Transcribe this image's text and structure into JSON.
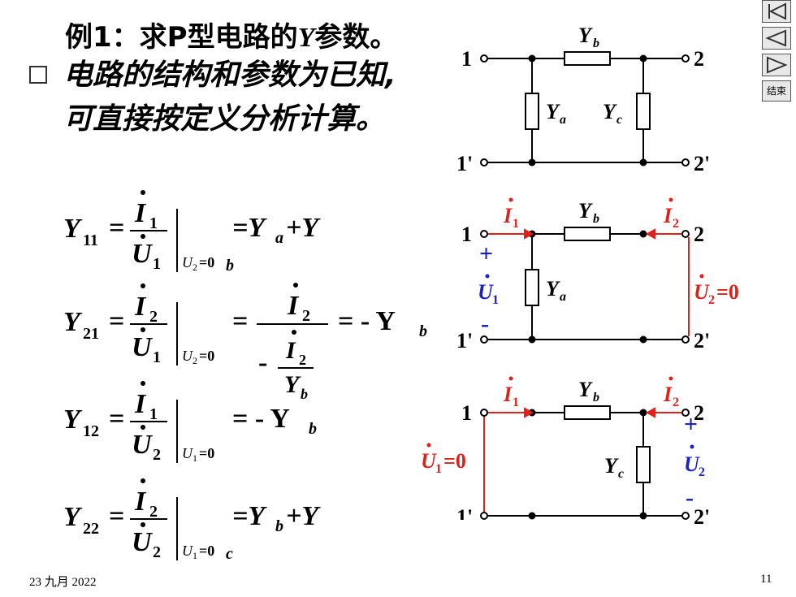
{
  "slide": {
    "title_prefix": "例1：求",
    "title_P": "P",
    "title_mid": "型电路的",
    "title_Y": "Y",
    "title_suffix": "参数。",
    "bullet_line1": "电路的结构和参数为已知,",
    "bullet_line2": "可直接按定义分析计算。",
    "footer_date": "23 九月 2022",
    "page_number": "11"
  },
  "nav": {
    "first_label": "first-page",
    "prev_label": "previous-page",
    "next_label": "next-page",
    "end_label": "结束"
  },
  "equations": {
    "eq1": {
      "lhs": "Y",
      "lhs_sub": "11",
      "num": "I",
      "num_sub": "1",
      "den": "U",
      "den_sub": "1",
      "cond": "U",
      "cond_sub": "2",
      "cond_val": "=0",
      "rhs": "=Y",
      "rhs_sub": "a",
      "rhs_tail": "+Y",
      "stray": "b"
    },
    "eq2": {
      "lhs": "Y",
      "lhs_sub": "21",
      "num": "I",
      "num_sub": "2",
      "den": "U",
      "den_sub": "1",
      "cond": "U",
      "cond_sub": "2",
      "cond_val": "=0",
      "rhs_eq": "=",
      "frac2_num": "I",
      "frac2_num_sub": "2",
      "frac2_minus": "-",
      "inner_num": "I",
      "inner_num_sub": "2",
      "inner_den": "Y",
      "inner_den_sub": "b",
      "result": "= - Y",
      "result_sub": "b"
    },
    "eq3": {
      "lhs": "Y",
      "lhs_sub": "12",
      "num": "I",
      "num_sub": "1",
      "den": "U",
      "den_sub": "2",
      "cond": "U",
      "cond_sub": "1",
      "cond_val": "=0",
      "rhs": "= - Y",
      "rhs_sub": "b"
    },
    "eq4": {
      "lhs": "Y",
      "lhs_sub": "22",
      "num": "I",
      "num_sub": "2",
      "den": "U",
      "den_sub": "2",
      "cond": "U",
      "cond_sub": "1",
      "cond_val": "=0",
      "rhs": "=Y",
      "rhs_sub": "b",
      "rhs_tail": "+Y",
      "stray": "c"
    }
  },
  "circuits": {
    "c1": {
      "yb": "Y",
      "yb_sub": "b",
      "ya": "Y",
      "ya_sub": "a",
      "yc": "Y",
      "yc_sub": "c",
      "p1": "1",
      "p2": "2",
      "p1p": "1'",
      "p2p": "2'"
    },
    "c2": {
      "i1": "I",
      "i1_sub": "1",
      "i2": "I",
      "i2_sub": "2",
      "yb": "Y",
      "yb_sub": "b",
      "ya": "Y",
      "ya_sub": "a",
      "u1": "U",
      "u1_sub": "1",
      "u2": "U",
      "u2_sub": "2",
      "u2_val": "=0",
      "plus": "+",
      "minus": "-",
      "p1": "1",
      "p2": "2",
      "p1p": "1'",
      "p2p": "2'"
    },
    "c3": {
      "i1": "I",
      "i1_sub": "1",
      "i2": "I",
      "i2_sub": "2",
      "yb": "Y",
      "yb_sub": "b",
      "yc": "Y",
      "yc_sub": "c",
      "u1": "U",
      "u1_sub": "1",
      "u1_val": "=0",
      "u2": "U",
      "u2_sub": "2",
      "plus": "+",
      "minus": "-",
      "p1": "1",
      "p2": "2",
      "p1p": "1'",
      "p2p": "2'"
    }
  },
  "colors": {
    "red": "#e0201a",
    "blue": "#1a22c8",
    "black": "#000000"
  }
}
